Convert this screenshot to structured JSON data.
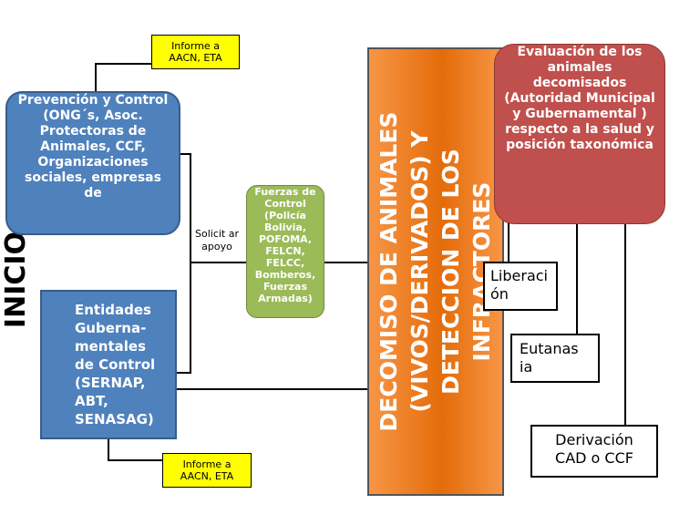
{
  "start_label": "INICIO",
  "notes": {
    "top": "Informe a\nAACN, ETA",
    "bottom": "Informe a\nAACN, ETA"
  },
  "prevention_box": "Prevención y Control (ONG´s, Asoc. Protectoras de Animales, CCF, Organizaciones sociales, empresas de",
  "government_box": "Entidades Guberna-mentales de Control (SERNAP, ABT, SENASAG)",
  "support_label": "Solicit ar apoyo",
  "forces_box": "Fuerzas de Control (Policía Bolivia, POFOMA, FELCN, FELCC, Bomberos, Fuerzas Armadas)",
  "main_box": "DECOMISO DE ANIMALES (VIVOS/DERIVADOS) Y DETECCION DE LOS INFRACTORES",
  "evaluation_box": "Evaluación de los animales decomisados (Autoridad Municipal y Gubernamental ) respecto a la salud y posición taxonómica",
  "outcomes": {
    "release": "Liberaci ón",
    "euthanasia": "Eutanas ia",
    "referral": "Derivación CAD o CCF"
  },
  "colors": {
    "blue": "#4f81bd",
    "green": "#9bbb59",
    "red": "#c0504d",
    "orange": "#f79646",
    "note": "#ffff00"
  }
}
